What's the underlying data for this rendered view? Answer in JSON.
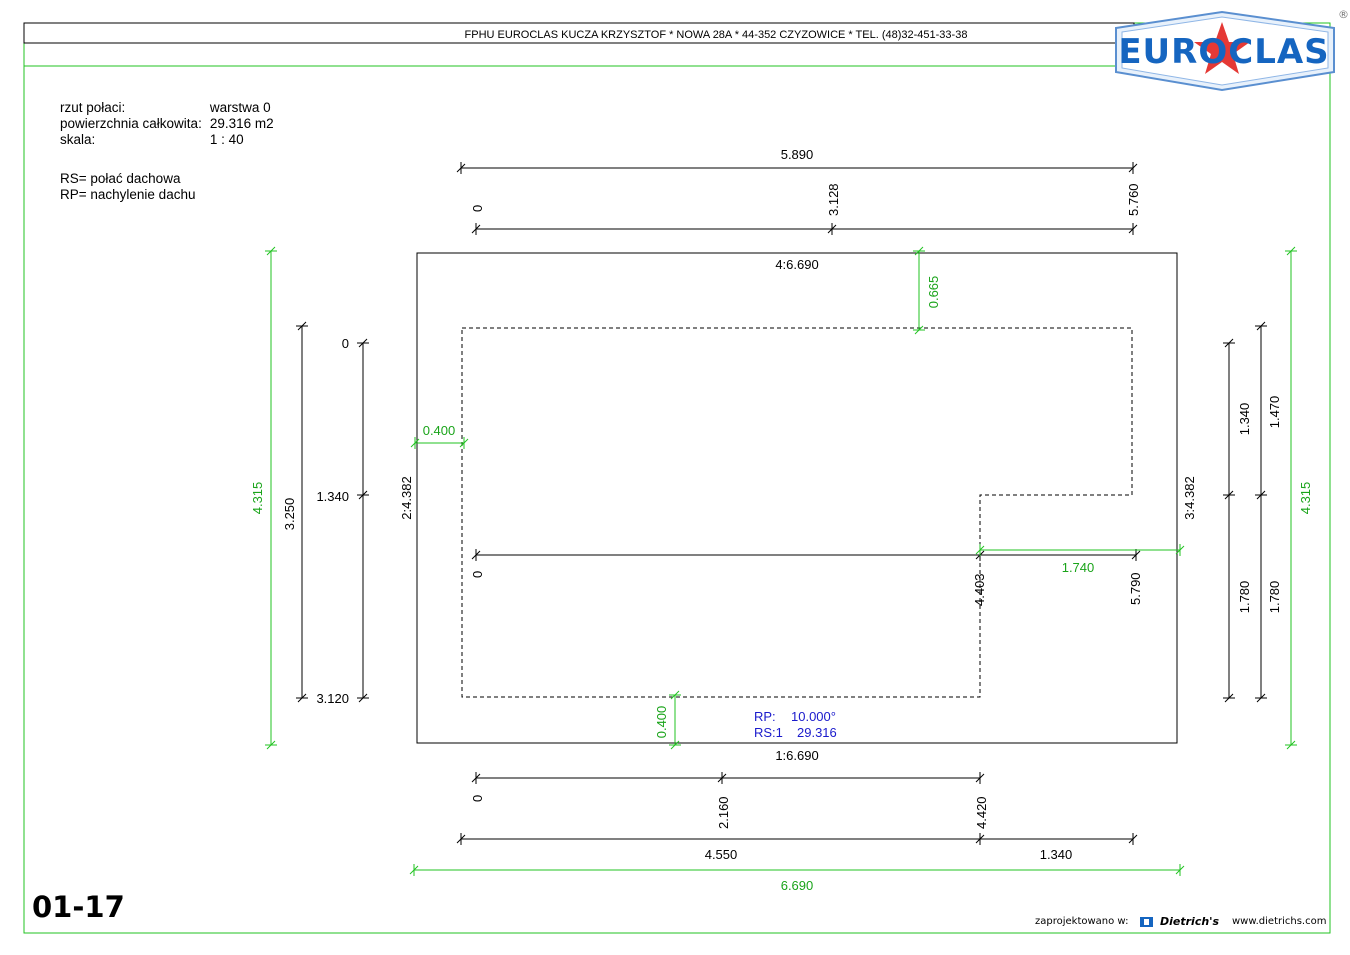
{
  "header": {
    "company_line": "FPHU EUROCLAS KUCZA KRZYSZTOF * NOWA 28A * 44-352 CZYZOWICE * TEL. (48)32-451-33-38",
    "logo_text": "EUROCLAS",
    "registered_mark": "®"
  },
  "info": {
    "rows": [
      {
        "label": "rzut połaci:",
        "value": "warstwa 0"
      },
      {
        "label": "powierzchnia całkowita:",
        "value": "29.316 m2"
      },
      {
        "label": "skala:",
        "value": "1 : 40"
      }
    ],
    "legend": [
      "RS= połać dachowa",
      "RP= nachylenie dachu"
    ]
  },
  "sheet_code": "01-17",
  "footer": {
    "designed_in": "zaprojektowano w:",
    "brand": "Dietrich's",
    "url": "www.dietrichs.com"
  },
  "drawing": {
    "edges": {
      "top": "4:6.690",
      "bottom": "1:6.690",
      "left": "2:4.382",
      "right": "3:4.382"
    },
    "slope": {
      "rp_label": "RP:",
      "rp_value": "10.000°",
      "rs_label": "RS:1",
      "rs_value": "29.316"
    },
    "top_dims": {
      "overall": "5.890",
      "ticks": [
        "0",
        "3.128",
        "5.760"
      ]
    },
    "bottom_dims": {
      "ticks": [
        "0",
        "2.160",
        "4.420"
      ],
      "segments": [
        "4.550",
        "1.340"
      ],
      "overall_green": "6.690"
    },
    "left_dims": {
      "overall_green": "4.315",
      "segment": "3.250",
      "ticks": [
        "0",
        "1.340",
        "3.120"
      ]
    },
    "right_dims": {
      "segments_a": [
        "1.340",
        "1.780"
      ],
      "segments_b": [
        "1.470",
        "1.780"
      ],
      "overall_green": "4.315"
    },
    "inner_line": {
      "ticks": [
        "0",
        "4.403",
        "5.790"
      ],
      "green": "1.740"
    },
    "overhangs": {
      "top": "0.665",
      "left": "0.400",
      "bottom": "0.400"
    }
  },
  "colors": {
    "dimension_green": "#21c321",
    "slope_blue": "#1a1acc",
    "logo_blue": "#1565c0",
    "logo_red": "#e53935"
  }
}
